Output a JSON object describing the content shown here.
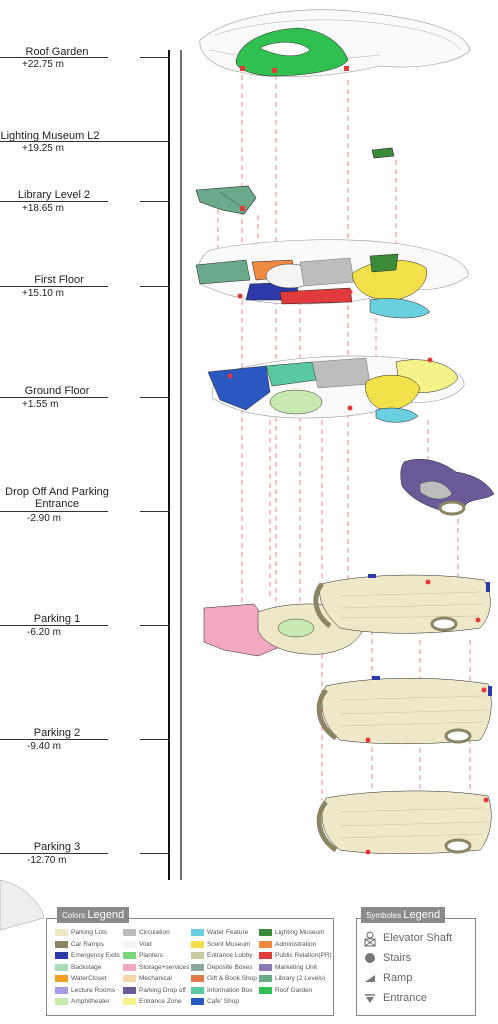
{
  "levels": [
    {
      "name": "Roof Garden",
      "elevation": "+22.75 m"
    },
    {
      "name": "Lighting Museum L2",
      "elevation": "+19.25 m"
    },
    {
      "name": "Library Level 2",
      "elevation": "+18.65 m"
    },
    {
      "name": "First Floor",
      "elevation": "+15.10 m"
    },
    {
      "name": "Ground Floor",
      "elevation": "+1.55 m"
    },
    {
      "name": "Drop Off And Parking Entrance",
      "elevation": "-2.90 m"
    },
    {
      "name": "Parking 1",
      "elevation": "-6.20 m"
    },
    {
      "name": "Parking 2",
      "elevation": "-9.40 m"
    },
    {
      "name": "Parking 3",
      "elevation": "-12.70 m"
    }
  ],
  "colors_legend": {
    "title_small": "Colors",
    "title_big": "Legend",
    "items": [
      {
        "label": "Parking Lots",
        "color": "#efe8c8"
      },
      {
        "label": "Car Ramps",
        "color": "#8a8564"
      },
      {
        "label": "Emergency Exits",
        "color": "#2b3aa8"
      },
      {
        "label": "Backstage",
        "color": "#a8dcb8"
      },
      {
        "label": "WaterCloset",
        "color": "#f0a020"
      },
      {
        "label": "Lecture Rooms",
        "color": "#a79ae6"
      },
      {
        "label": "Amphitheater",
        "color": "#c8eab0"
      },
      {
        "label": "Circulation",
        "color": "#bdbdbd"
      },
      {
        "label": "Void",
        "color": "#f4f4f4"
      },
      {
        "label": "Planters",
        "color": "#7ad87a"
      },
      {
        "label": "Storage+services",
        "color": "#f2a8c0"
      },
      {
        "label": "Mechanical",
        "color": "#f6d8a8"
      },
      {
        "label": "Parking Drop off",
        "color": "#6a5a9a"
      },
      {
        "label": "Entrance Zone",
        "color": "#f4f28a"
      },
      {
        "label": "Water Feature",
        "color": "#6ad0e0"
      },
      {
        "label": "Scent Museum",
        "color": "#f2e04a"
      },
      {
        "label": "Entrance Lobby",
        "color": "#c8cba0"
      },
      {
        "label": "Deposite Boxes",
        "color": "#8aa89a"
      },
      {
        "label": "Gift & Book Shop",
        "color": "#e07a4a"
      },
      {
        "label": "Information Box",
        "color": "#5ac8a0"
      },
      {
        "label": "Cafe' Shop",
        "color": "#2a58c0"
      },
      {
        "label": "Lighting Museum",
        "color": "#3a8a3a"
      },
      {
        "label": "Administration",
        "color": "#f08a40"
      },
      {
        "label": "Public Relation(PR)",
        "color": "#e03a3a"
      },
      {
        "label": "Marketing Unit",
        "color": "#8a7ab8"
      },
      {
        "label": "Library (2 Levels)",
        "color": "#6aaa8a"
      },
      {
        "label": "Roof Garden",
        "color": "#30c050"
      }
    ]
  },
  "symbols_legend": {
    "title_small": "Symboles",
    "title_big": "Legend",
    "items": [
      {
        "label": "Elevator Shaft",
        "icon": "elevator-icon"
      },
      {
        "label": "Stairs",
        "icon": "stairs-icon"
      },
      {
        "label": "Ramp",
        "icon": "ramp-icon"
      },
      {
        "label": "Entrance",
        "icon": "entrance-icon"
      }
    ]
  }
}
